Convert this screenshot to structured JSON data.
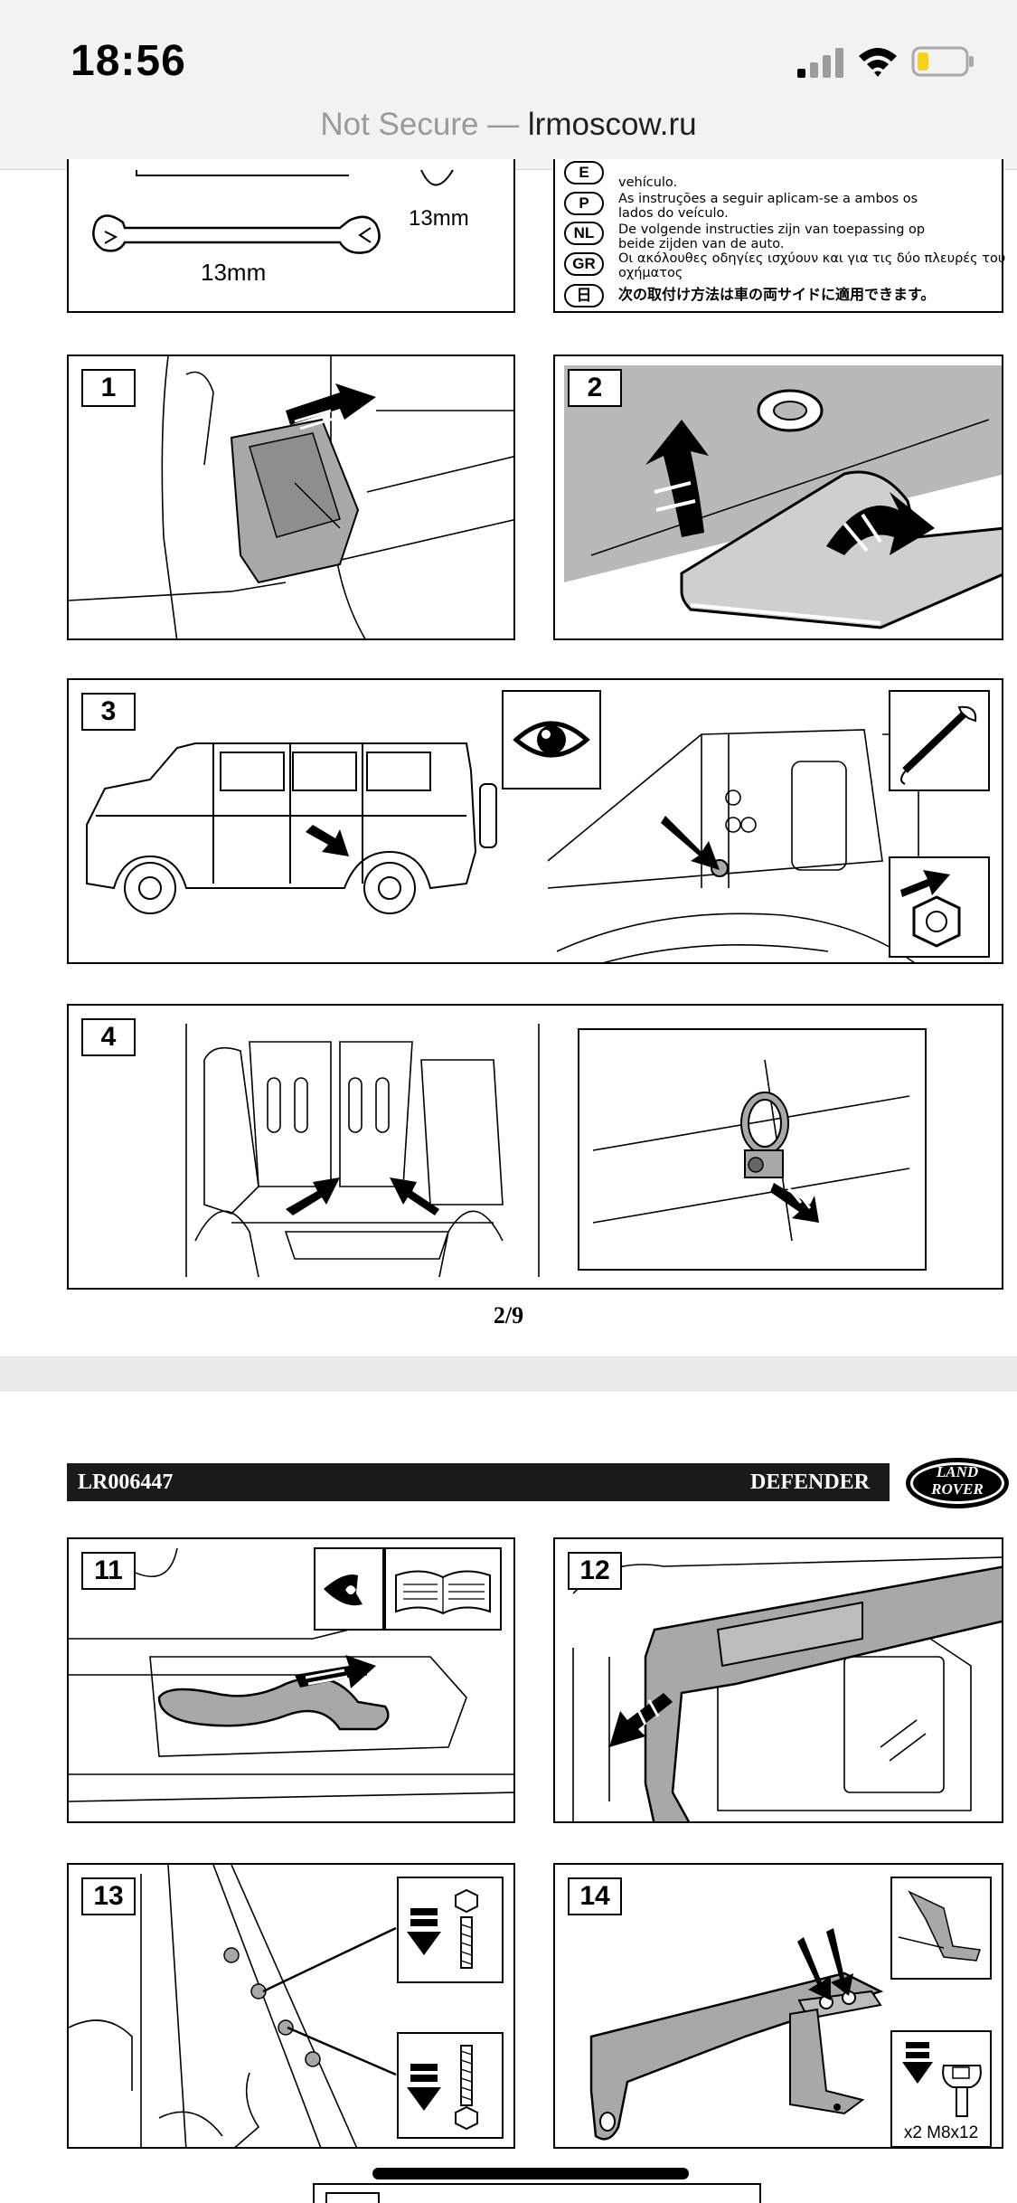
{
  "status": {
    "time": "18:56"
  },
  "browser": {
    "security_label": "Not Secure — ",
    "host": "lrmoscow.ru"
  },
  "page1": {
    "tools": {
      "wrench_size": "13mm",
      "socket_size": "13mm"
    },
    "languages": [
      {
        "code": "E",
        "text1": "vehículo.",
        "text2": ""
      },
      {
        "code": "P",
        "text1": "As instruções a seguir aplicam-se a ambos os",
        "text2": "lados do veículo."
      },
      {
        "code": "NL",
        "text1": "De volgende instructies zijn van toepassing op",
        "text2": "beide zijden van de auto."
      },
      {
        "code": "GR",
        "text1": "Οι ακόλουθες οδηγίες ισχύουν και για τις δύο πλευρές του",
        "text2": "οχήματος"
      },
      {
        "code": "日",
        "text1": "次の取付け方法は車の両サイドに適用できます。",
        "text2": ""
      }
    ],
    "steps": [
      "1",
      "2",
      "3",
      "4"
    ],
    "page_number": "2/9"
  },
  "page2": {
    "part_number": "LR006447",
    "model": "DEFENDER",
    "logo_line1": "LAND",
    "logo_line2": "ROVER",
    "steps": [
      "11",
      "12",
      "13",
      "14"
    ],
    "fastener_label": "x2 M8x12"
  },
  "colors": {
    "panel_gray": "#a8a8a8",
    "dark_bar": "#1a1a1a",
    "page_bg": "#ffffff",
    "chrome_bg": "#f2f2f2"
  }
}
